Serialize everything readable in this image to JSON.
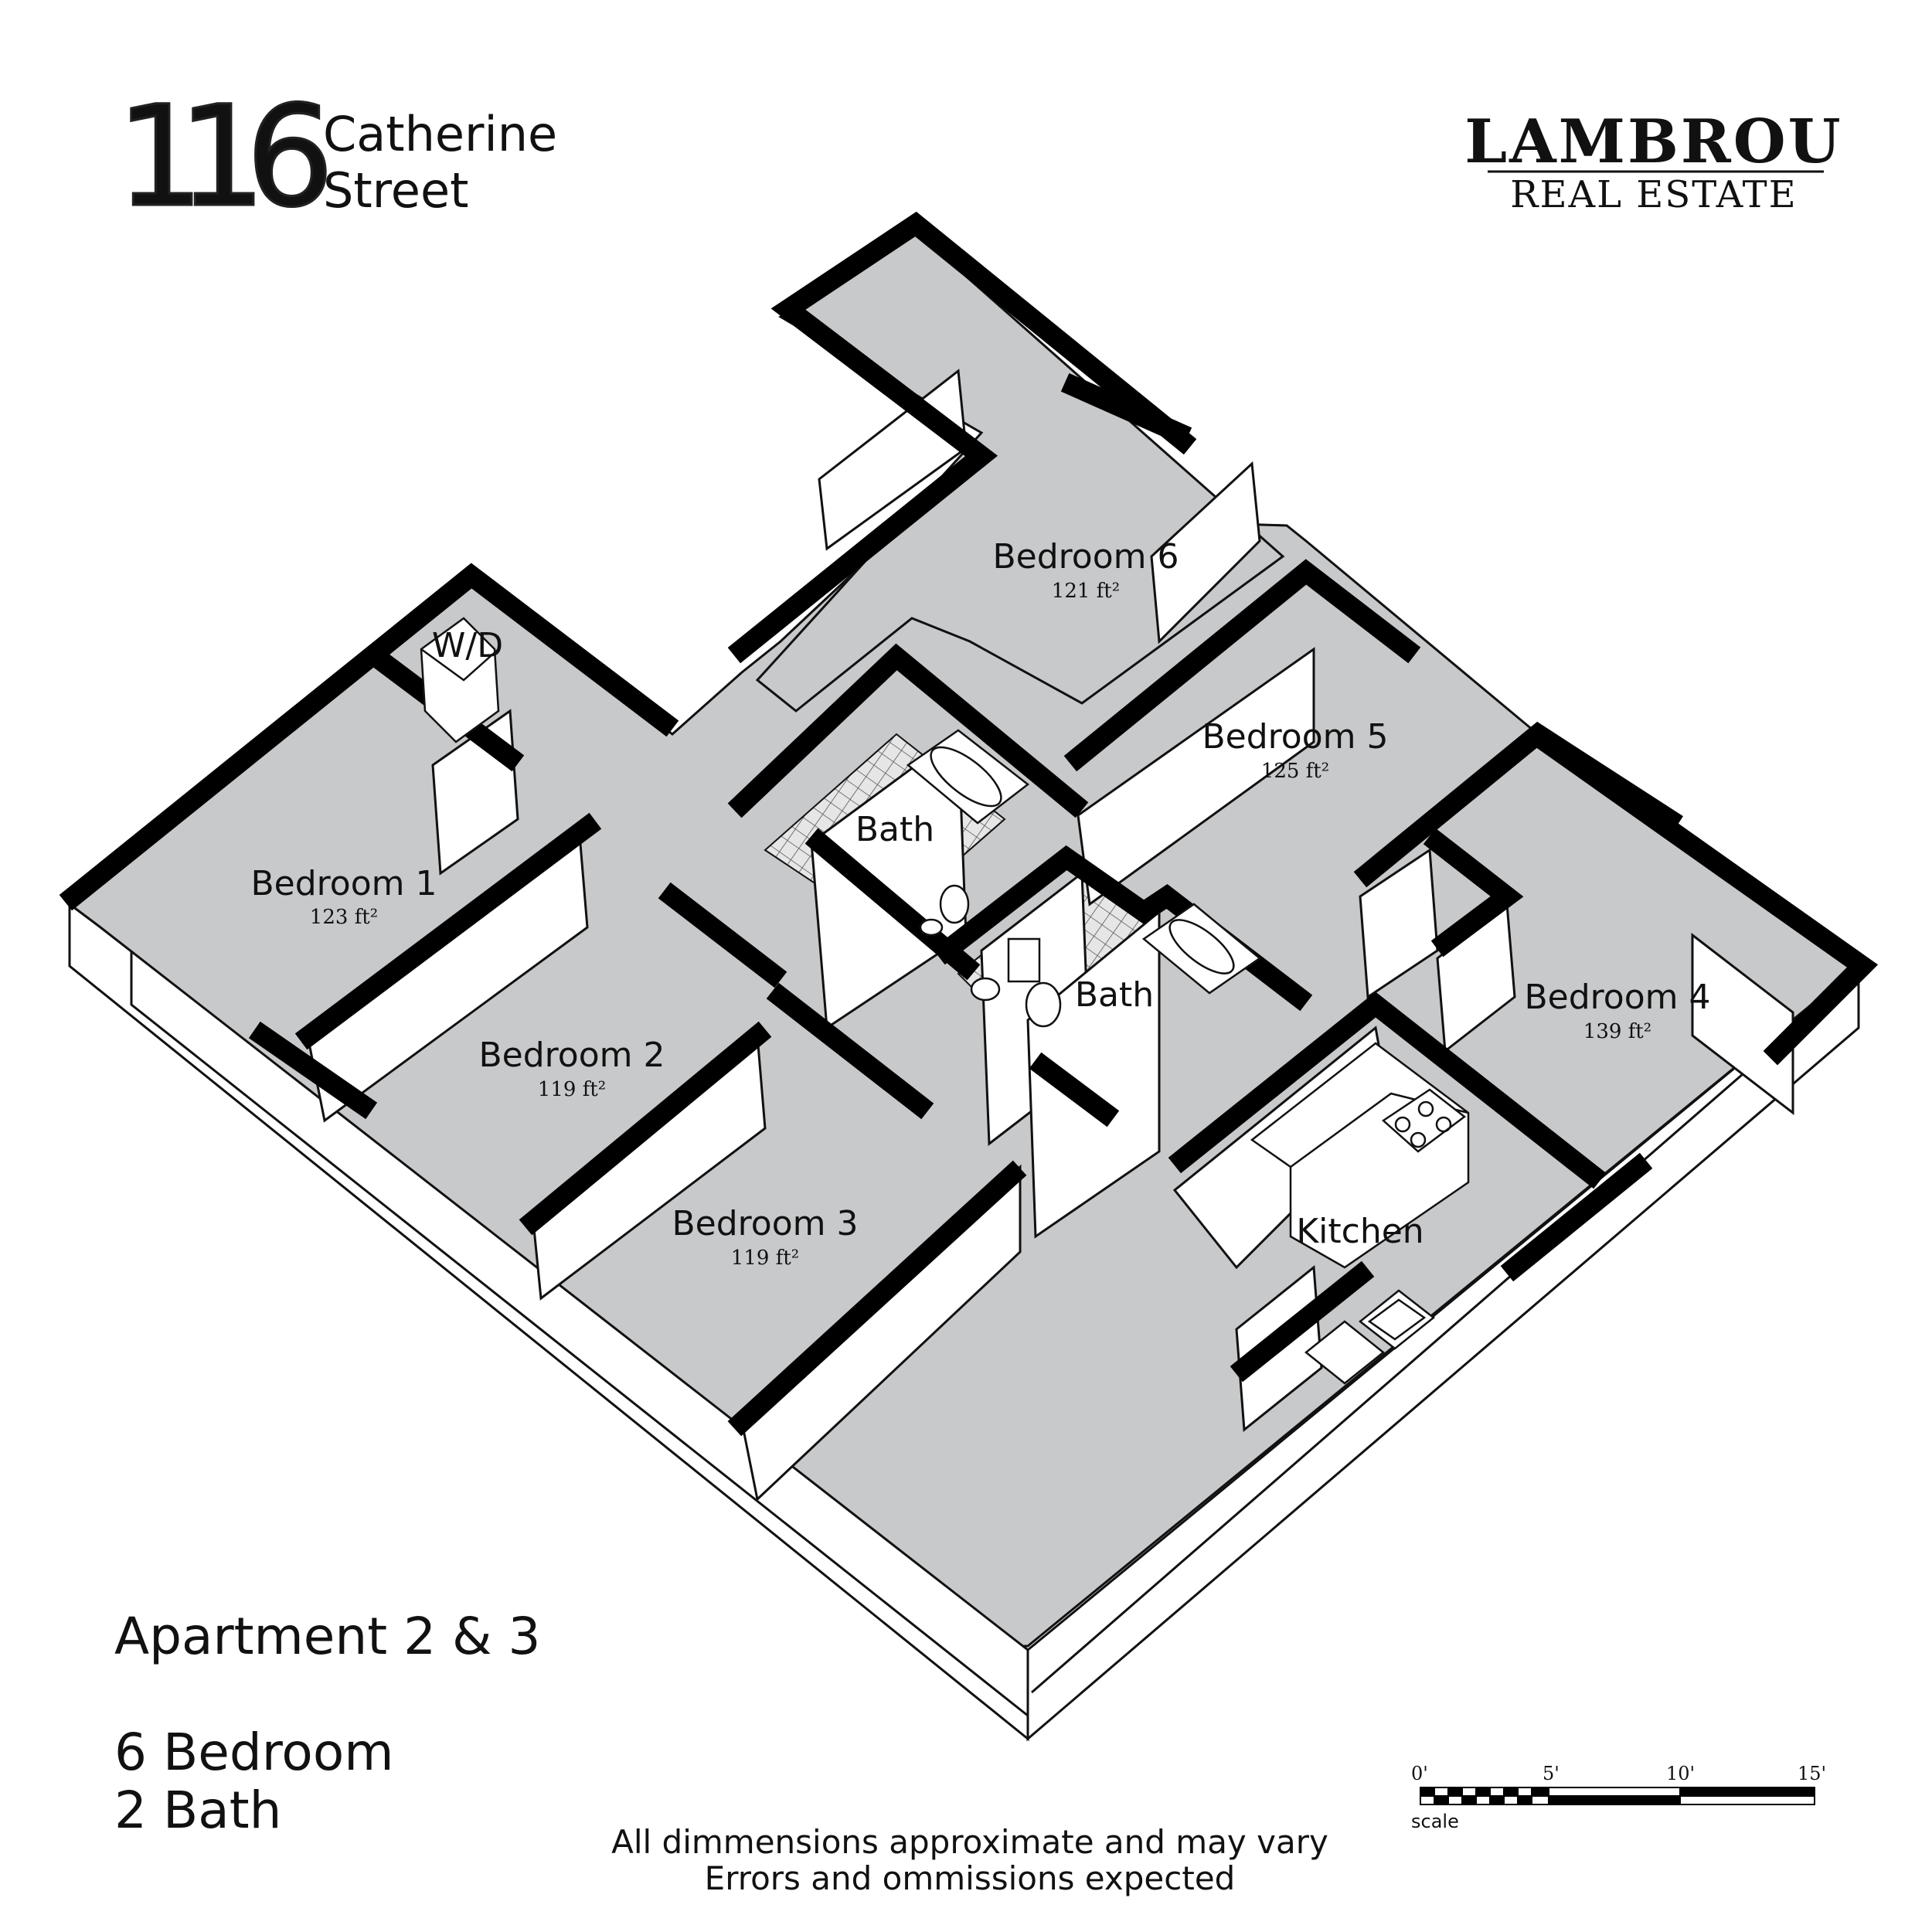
{
  "header": {
    "number_digits": [
      "1",
      "1",
      "6"
    ],
    "street_line1": "Catherine",
    "street_line2": "Street"
  },
  "brand": {
    "name": "LAMBROU",
    "subtitle": "REAL ESTATE"
  },
  "rooms": [
    {
      "id": "bedroom-1",
      "name": "Bedroom 1",
      "area": "123 ft²"
    },
    {
      "id": "bedroom-2",
      "name": "Bedroom 2",
      "area": "119 ft²"
    },
    {
      "id": "bedroom-3",
      "name": "Bedroom 3",
      "area": "119 ft²"
    },
    {
      "id": "bedroom-4",
      "name": "Bedroom 4",
      "area": "139 ft²"
    },
    {
      "id": "bedroom-5",
      "name": "Bedroom 5",
      "area": "125 ft²"
    },
    {
      "id": "bedroom-6",
      "name": "Bedroom 6",
      "area": "121 ft²"
    },
    {
      "id": "bath-a",
      "name": "Bath"
    },
    {
      "id": "bath-b",
      "name": "Bath"
    },
    {
      "id": "kitchen",
      "name": "Kitchen"
    },
    {
      "id": "laundry",
      "name": "W/D"
    }
  ],
  "summary": {
    "apartment": "Apartment 2 & 3",
    "bedrooms": "6 Bedroom",
    "baths": "2 Bath"
  },
  "scale": {
    "ticks": [
      "0'",
      "5'",
      "10'",
      "15'"
    ],
    "label": "scale"
  },
  "disclaimer": {
    "line1": "All dimmensions approximate and may vary",
    "line2": "Errors and ommissions expected"
  },
  "colors": {
    "floor": "#c8c9cb",
    "wall": "#000000",
    "wall_face": "#ffffff",
    "tile_floor": "#e4e4e4"
  }
}
